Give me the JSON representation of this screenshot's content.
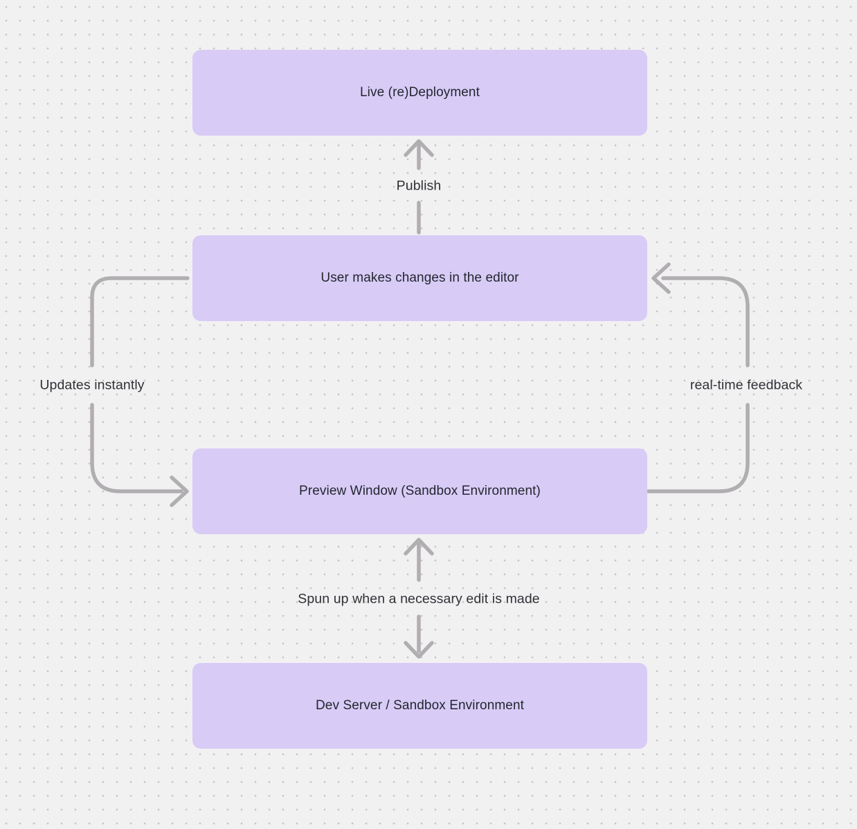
{
  "colors": {
    "canvas_bg": "#f2f1f2",
    "dot_color": "#c6c4c6",
    "node_fill": "#d8ccf6",
    "node_text": "#232630",
    "label_text": "#303036",
    "arrow_stroke": "#b1aeb1"
  },
  "nodes": [
    {
      "id": "live-deployment",
      "label": "Live (re)Deployment"
    },
    {
      "id": "user-editor",
      "label": "User makes changes in the editor"
    },
    {
      "id": "preview-window",
      "label": "Preview Window (Sandbox Environment)"
    },
    {
      "id": "dev-server",
      "label": "Dev Server / Sandbox Environment"
    }
  ],
  "edges": [
    {
      "label": "Publish",
      "from": "user-editor",
      "to": "live-deployment",
      "bidirectional": false
    },
    {
      "label": "Updates instantly",
      "from": "user-editor",
      "to": "preview-window",
      "bidirectional": false
    },
    {
      "label": "real-time feedback",
      "from": "preview-window",
      "to": "user-editor",
      "bidirectional": false
    },
    {
      "label": "Spun up when a necessary edit is made",
      "from": "dev-server",
      "to": "preview-window",
      "bidirectional": true
    }
  ]
}
